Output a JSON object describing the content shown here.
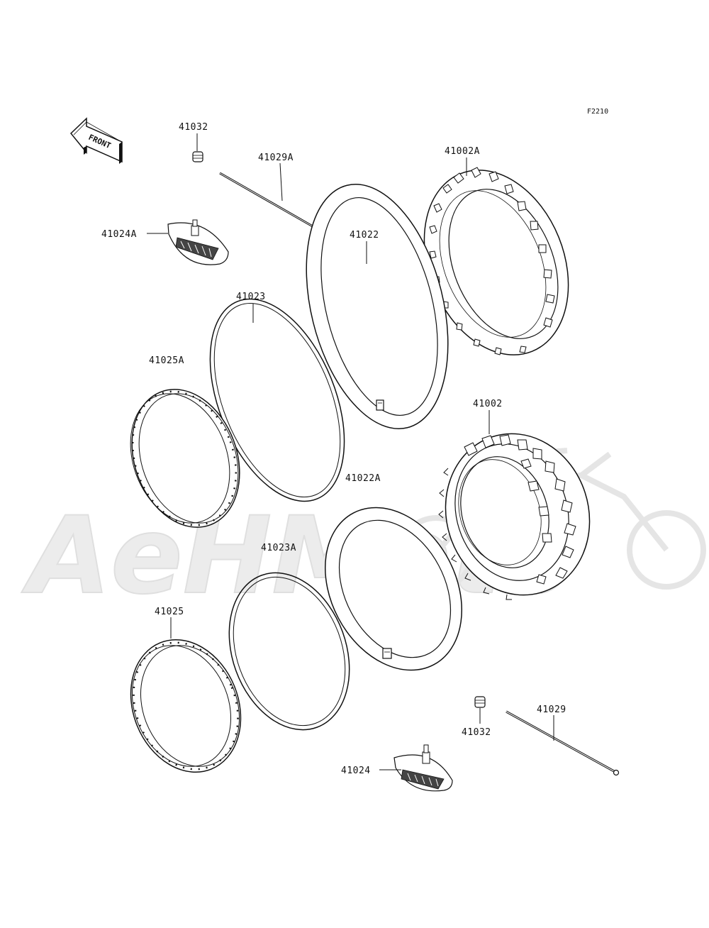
{
  "figure_code": "F2210",
  "front_indicator": {
    "label": "FRONT",
    "icon": "front-arrow-icon"
  },
  "watermark": {
    "text": "AeHMoto"
  },
  "parts": [
    {
      "id": "41032-top",
      "number": "41032"
    },
    {
      "id": "41029A",
      "number": "41029A"
    },
    {
      "id": "41024A",
      "number": "41024A"
    },
    {
      "id": "41002A",
      "number": "41002A"
    },
    {
      "id": "41022",
      "number": "41022"
    },
    {
      "id": "41023",
      "number": "41023"
    },
    {
      "id": "41025A",
      "number": "41025A"
    },
    {
      "id": "41002",
      "number": "41002"
    },
    {
      "id": "41022A",
      "number": "41022A"
    },
    {
      "id": "41023A",
      "number": "41023A"
    },
    {
      "id": "41025",
      "number": "41025"
    },
    {
      "id": "41032-bottom",
      "number": "41032"
    },
    {
      "id": "41029",
      "number": "41029"
    },
    {
      "id": "41024",
      "number": "41024"
    }
  ]
}
